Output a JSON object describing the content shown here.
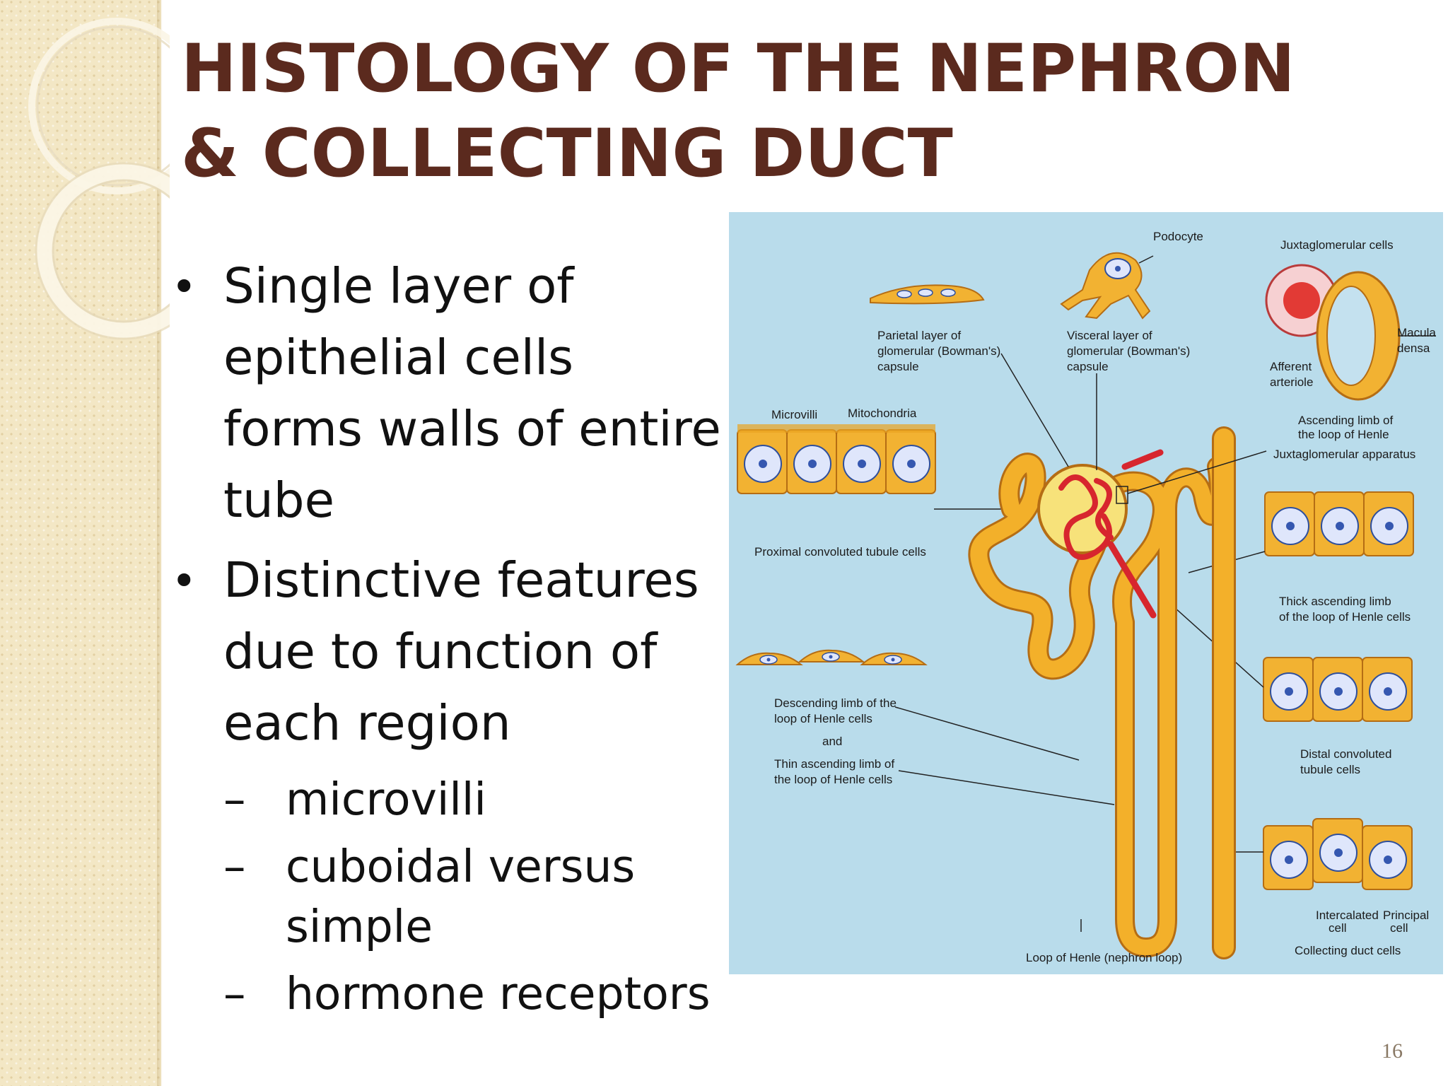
{
  "title": {
    "line1": "HISTOLOGY OF THE NEPHRON",
    "line2": "& COLLECTING DUCT"
  },
  "bullets": [
    {
      "text": "Single layer of epithelial cells forms walls of entire tube"
    },
    {
      "text": "Distinctive features due to function of each region"
    }
  ],
  "sub_bullets": [
    {
      "text": "microvilli"
    },
    {
      "text": "cuboidal versus simple"
    },
    {
      "text": "hormone receptors"
    }
  ],
  "diagram_labels": {
    "podocyte": "Podocyte",
    "jg_cells": "Juxtaglomerular cells",
    "parietal": [
      "Parietal layer of",
      "glomerular (Bowman's)",
      "capsule"
    ],
    "visceral": [
      "Visceral layer of",
      "glomerular (Bowman's)",
      "capsule"
    ],
    "macula": [
      "Macula",
      "densa"
    ],
    "afferent": [
      "Afferent",
      "arteriole"
    ],
    "microvilli": "Microvilli",
    "mitochondria": "Mitochondria",
    "ascending": [
      "Ascending limb of",
      "the loop of Henle"
    ],
    "jg_apparatus": "Juxtaglomerular apparatus",
    "pct": "Proximal convoluted tubule cells",
    "thick": [
      "Thick ascending limb",
      "of the loop of Henle cells"
    ],
    "descending": [
      "Descending limb of the",
      "loop of Henle cells"
    ],
    "and": "and",
    "thin": [
      "Thin ascending limb of",
      "the loop of Henle cells"
    ],
    "dct": [
      "Distal convoluted",
      "tubule cells"
    ],
    "intercalated": [
      "Intercalated",
      "cell"
    ],
    "principal": [
      "Principal",
      "cell"
    ],
    "collecting": "Collecting duct cells",
    "loop": "Loop of Henle (nephron loop)"
  },
  "page_number": "16",
  "colors": {
    "title": "#5b2a1e",
    "figure_bg": "#b9dceb",
    "tubule": "#f3b02a",
    "vessel": "#d7262e",
    "nucleus": "#3557b0"
  }
}
